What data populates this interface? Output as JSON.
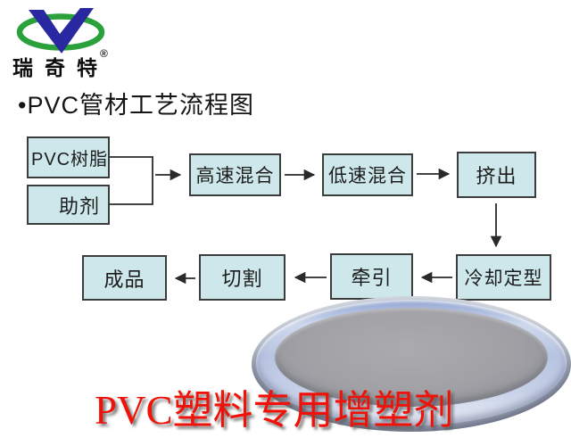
{
  "logo": {
    "brand_text": "瑞奇特",
    "registered_mark": "®",
    "ring_color": "#2ba13c",
    "v_color": "#2a28a0"
  },
  "heading": {
    "title": "•PVC管材工艺流程图"
  },
  "flowchart": {
    "nodes": [
      {
        "id": "pvc-resin",
        "label": "PVC树脂"
      },
      {
        "id": "additives",
        "label": "助剂"
      },
      {
        "id": "high-speed-mixing",
        "label": "高速混合"
      },
      {
        "id": "low-speed-mixing",
        "label": "低速混合"
      },
      {
        "id": "extrusion",
        "label": "挤出"
      },
      {
        "id": "cooling-shaping",
        "label": "冷却定型"
      },
      {
        "id": "traction",
        "label": "牵引"
      },
      {
        "id": "cutting",
        "label": "切割"
      },
      {
        "id": "finished-product",
        "label": "成品"
      }
    ],
    "edges": [
      {
        "from": "pvc-resin",
        "to": "high-speed-mixing"
      },
      {
        "from": "additives",
        "to": "high-speed-mixing"
      },
      {
        "from": "high-speed-mixing",
        "to": "low-speed-mixing"
      },
      {
        "from": "low-speed-mixing",
        "to": "extrusion"
      },
      {
        "from": "extrusion",
        "to": "cooling-shaping"
      },
      {
        "from": "cooling-shaping",
        "to": "traction"
      },
      {
        "from": "traction",
        "to": "cutting"
      },
      {
        "from": "cutting",
        "to": "finished-product"
      }
    ],
    "colors": {
      "node_fill": "#cde7ea",
      "node_border": "#3c3c3c",
      "arrow": "#2a2a2a"
    }
  },
  "banner": {
    "text": "PVC塑料专用增塑剂",
    "color": "#f01208"
  }
}
